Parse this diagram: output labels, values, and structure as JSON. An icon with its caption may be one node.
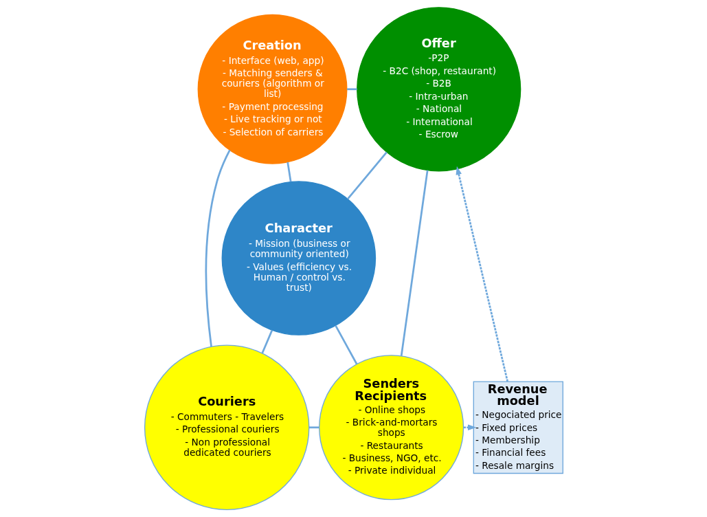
{
  "diagram": {
    "nodes": [
      {
        "text": [
          "Creation",
          "- Interface (web, app)",
          "- Matching senders & couriers (algorithm or list)",
          "- Payment processing",
          "- Live tracking or not",
          "- Selection of carriers"
        ]
      },
      {
        "text": [
          "Offer",
          "-P2P",
          "- B2C (shop, restaurant)",
          "- B2B",
          "- Intra-urban",
          "- National",
          "- International",
          "- Escrow"
        ]
      },
      {
        "text": [
          "Character",
          "- Mission (business or community oriented)",
          "- Values (efficiency vs. Human / control vs. trust)"
        ]
      },
      {
        "text": [
          "Couriers",
          "- Commuters - Travelers",
          "- Professional couriers",
          "- Non professional dedicated couriers"
        ]
      },
      {
        "text": [
          "Senders Recipients",
          "- Online shops",
          "- Brick-and-mortars shops",
          "- Restaurants",
          "- Business, NGO, etc.",
          "- Private individual"
        ]
      },
      {
        "text": [
          "Revenue model",
          "- Negociated price",
          "- Fixed prices",
          "- Membership",
          "- Financial fees",
          "- Resale margins"
        ]
      }
    ],
    "edges": [
      {
        "from": 0,
        "to": 1,
        "arrow": "none"
      },
      {
        "from": 0,
        "to": 2,
        "arrow": "none"
      },
      {
        "from": 0,
        "to": 3,
        "arrow": "none"
      },
      {
        "from": 2,
        "to": 1,
        "arrow": "none"
      },
      {
        "from": 2,
        "to": 3,
        "arrow": "none"
      },
      {
        "from": 2,
        "to": 4,
        "arrow": "none"
      },
      {
        "from": 1,
        "to": 4,
        "arrow": "none"
      },
      {
        "from": 3,
        "to": 4,
        "arrow": "none"
      },
      {
        "from": 4,
        "to": 5,
        "arrow": "to",
        "style": "dashed"
      },
      {
        "from": 5,
        "to": 1,
        "arrow": "to",
        "style": "dashed"
      }
    ]
  }
}
